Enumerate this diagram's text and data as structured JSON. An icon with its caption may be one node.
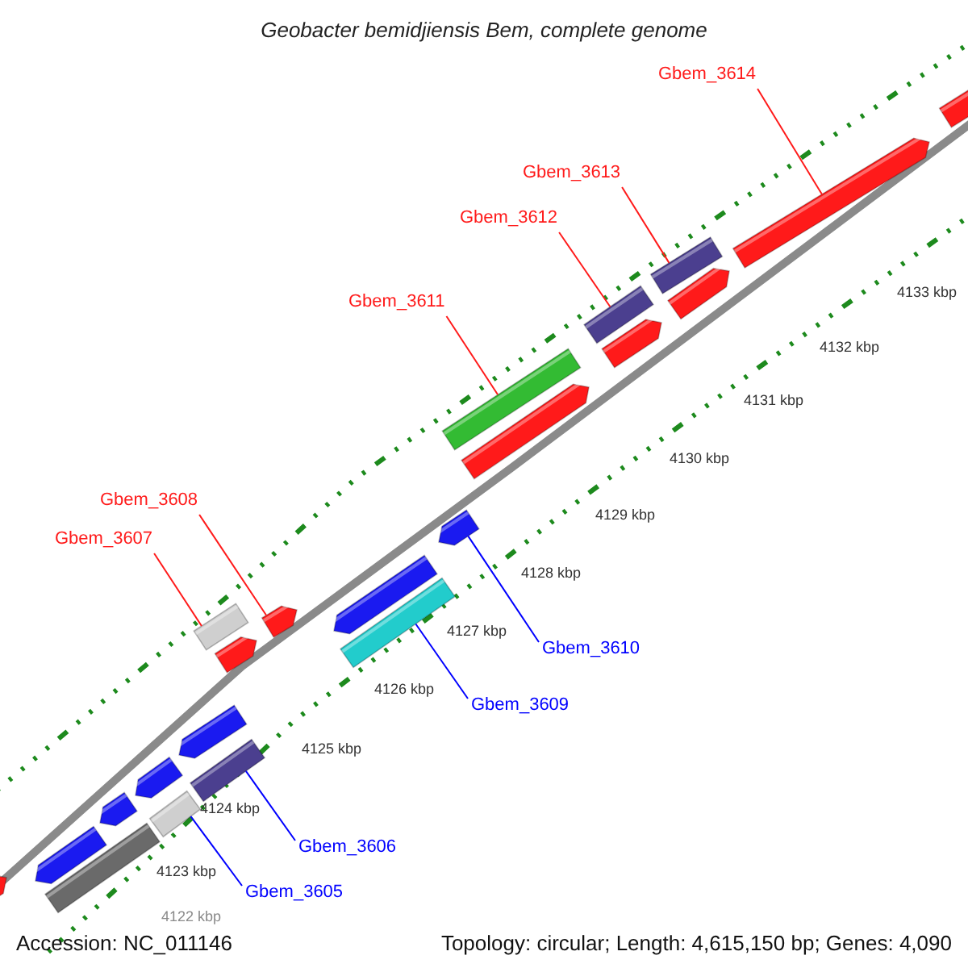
{
  "diagram": {
    "title": "Geobacter bemidjiensis Bem, complete genome",
    "nodes": [
      {
        "text": [
          "Gbem_3614"
        ]
      },
      {
        "text": [
          "Gbem_3613"
        ]
      },
      {
        "text": [
          "Gbem_3612"
        ]
      },
      {
        "text": [
          "Gbem_3611"
        ]
      },
      {
        "text": [
          "Gbem_3608"
        ]
      },
      {
        "text": [
          "Gbem_3607"
        ]
      },
      {
        "text": [
          "Gbem_3610"
        ]
      },
      {
        "text": [
          "Gbem_3609"
        ]
      },
      {
        "text": [
          "Gbem_3606"
        ]
      },
      {
        "text": [
          "Gbem_3605"
        ]
      },
      {
        "text": [],
        "shape": "bar"
      },
      {
        "text": [],
        "shape": "bar"
      },
      {
        "text": [],
        "shape": "bar"
      },
      {
        "text": [],
        "shape": "bar"
      },
      {
        "text": [],
        "shape": "bar"
      },
      {
        "text": [],
        "shape": "bar"
      },
      {
        "text": [],
        "shape": "bar"
      },
      {
        "text": [],
        "shape": "bar"
      },
      {
        "text": [],
        "shape": "bar"
      },
      {
        "text": [],
        "shape": "bar"
      },
      {
        "text": [],
        "shape": "bar"
      },
      {
        "text": [],
        "shape": "bar"
      },
      {
        "text": [],
        "shape": "bar"
      },
      {
        "text": [],
        "shape": "bar"
      },
      {
        "text": [],
        "shape": "bar"
      },
      {
        "text": [],
        "shape": "bar"
      },
      {
        "text": [],
        "shape": "bar"
      },
      {
        "text": [],
        "shape": "bar"
      },
      {
        "text": [],
        "shape": "bar"
      },
      {
        "text": [],
        "shape": "bar"
      },
      {
        "text": [],
        "shape": "bar"
      },
      {
        "text": [],
        "shape": "bar"
      }
    ],
    "edges": [
      {
        "from": 0,
        "to": 30,
        "arrow": "none"
      },
      {
        "from": 1,
        "to": 28,
        "arrow": "none"
      },
      {
        "from": 2,
        "to": 26,
        "arrow": "none"
      },
      {
        "from": 3,
        "to": 24,
        "arrow": "none"
      },
      {
        "from": 4,
        "to": 20,
        "arrow": "none"
      },
      {
        "from": 5,
        "to": 18,
        "arrow": "none"
      },
      {
        "from": 6,
        "to": 23,
        "arrow": "none",
        "color": "#0000ff"
      },
      {
        "from": 7,
        "to": 22,
        "arrow": "none",
        "color": "#0000ff"
      },
      {
        "from": 8,
        "to": 17,
        "arrow": "none",
        "color": "#0000ff"
      },
      {
        "from": 9,
        "to": 15,
        "arrow": "none",
        "color": "#0000ff"
      }
    ],
    "labels": [
      "4133 kbp",
      "4132 kbp",
      "4131 kbp",
      "4130 kbp",
      "4129 kbp",
      "4128 kbp",
      "4127 kbp",
      "4126 kbp",
      "4125 kbp",
      "4124 kbp",
      "4123 kbp",
      "4122 kbp",
      "Accession: NC_011146",
      "Topology: circular; Length: 4,615,150 bp; Genes: 4,090"
    ]
  }
}
